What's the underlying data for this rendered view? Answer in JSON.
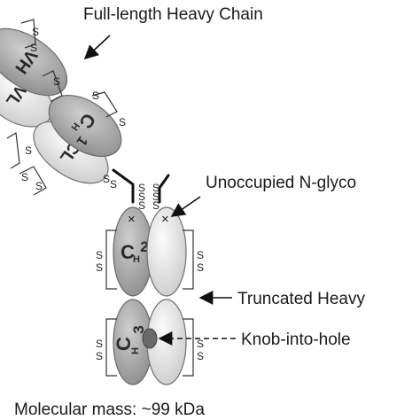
{
  "labels": {
    "full_length": "Full-length Heavy Chain",
    "unoccupied": "Unoccupied N-glyco",
    "truncated": "Truncated Heavy",
    "knob": "Knob-into-hole",
    "mass": "Molecular mass:  ~99 kDa"
  },
  "domains": {
    "vh_heavy": "VH",
    "vl": "VL",
    "ch1": "C",
    "ch1_sub": "H",
    "ch1_num": "1",
    "cl": "CL",
    "ch2": "C",
    "ch2_sub": "H",
    "ch2_num": "2",
    "ch3": "C",
    "ch3_sub": "H",
    "ch3_num": "3"
  },
  "disulfide": "S",
  "glyco_mark": "×",
  "colors": {
    "dark_domain": "#a4a4a4",
    "light_domain": "#e4e4e4",
    "outline": "#6f6f6f",
    "knob": "#6a6a6a"
  }
}
